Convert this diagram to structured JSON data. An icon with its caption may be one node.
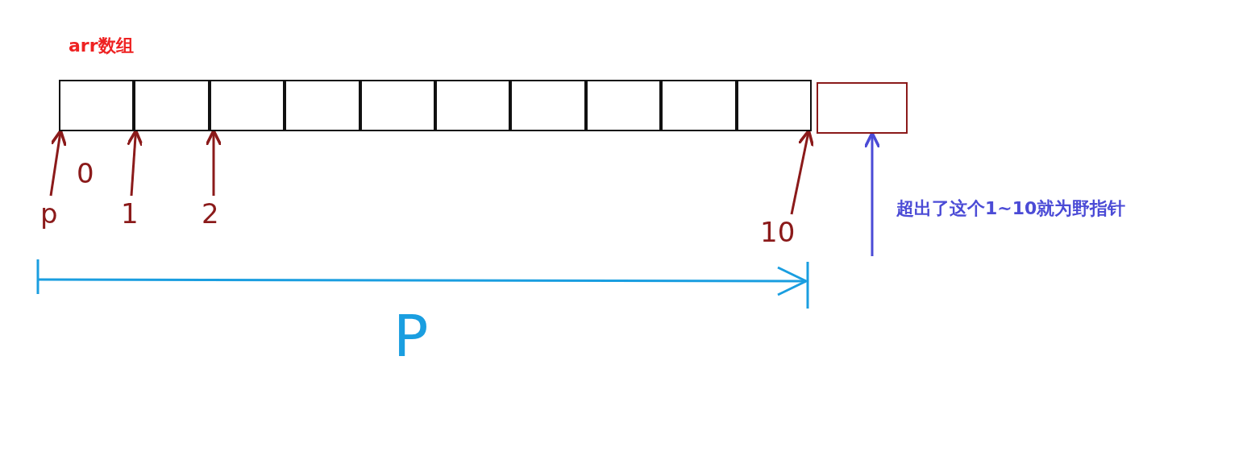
{
  "diagram": {
    "nodes": [
      {
        "text": [],
        "shape": "box"
      },
      {
        "text": [],
        "shape": "box"
      },
      {
        "text": [],
        "shape": "box"
      },
      {
        "text": [],
        "shape": "box"
      },
      {
        "text": [],
        "shape": "box"
      },
      {
        "text": [],
        "shape": "box"
      },
      {
        "text": [],
        "shape": "box"
      },
      {
        "text": [],
        "shape": "box"
      },
      {
        "text": [],
        "shape": "box"
      },
      {
        "text": [],
        "shape": "box"
      },
      {
        "text": [],
        "shape": "box"
      },
      {
        "text": [
          "p"
        ],
        "beside": [
          "0"
        ]
      },
      {
        "text": [
          "1"
        ]
      },
      {
        "text": [
          "2"
        ]
      },
      {
        "text": [
          "10"
        ]
      }
    ],
    "edges": [
      {
        "from": 11,
        "to": 0,
        "arrow": "to"
      },
      {
        "from": 12,
        "to": 1,
        "arrow": "to"
      },
      {
        "from": 13,
        "to": 2,
        "arrow": "to"
      },
      {
        "from": 14,
        "to": 9,
        "arrow": "to"
      },
      {
        "from": null,
        "to": 10,
        "arrow": "to",
        "color": "#4b4bd6",
        "label": "超出了这个1~10就为野指针"
      }
    ],
    "labels": [
      "arr数组",
      "P"
    ]
  }
}
